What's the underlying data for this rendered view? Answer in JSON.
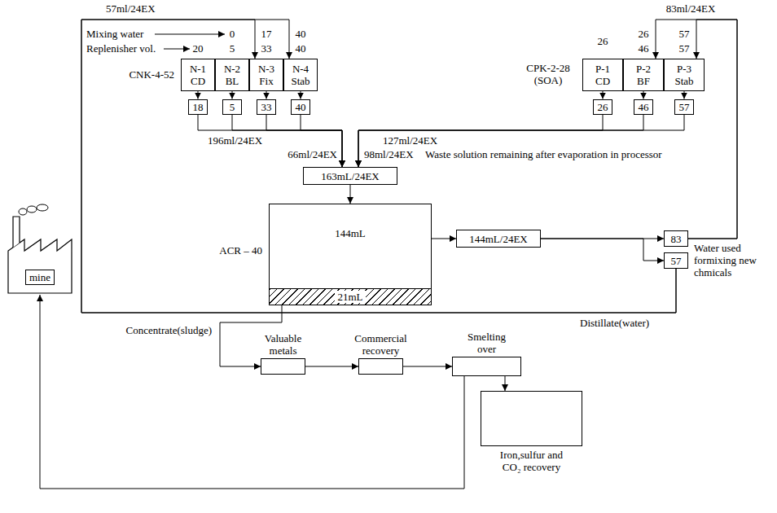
{
  "diagram": {
    "nodes": [
      {
        "text": [
          "N-1",
          "CD"
        ]
      },
      {
        "text": [
          "N-2",
          "BL"
        ]
      },
      {
        "text": [
          "N-3",
          "Fix"
        ]
      },
      {
        "text": [
          "N-4",
          "Stab"
        ]
      },
      {
        "text": [
          "P-1",
          "CD"
        ]
      },
      {
        "text": [
          "P-2",
          "BF"
        ]
      },
      {
        "text": [
          "P-3",
          "Stab"
        ]
      },
      {
        "text": [
          "18"
        ]
      },
      {
        "text": [
          "5"
        ]
      },
      {
        "text": [
          "33"
        ]
      },
      {
        "text": [
          "40"
        ]
      },
      {
        "text": [
          "26"
        ]
      },
      {
        "text": [
          "46"
        ]
      },
      {
        "text": [
          "57"
        ]
      },
      {
        "text": [
          "163mL/24EX"
        ]
      },
      {
        "text": [
          "mine"
        ]
      },
      {
        "text": [
          "144mL"
        ]
      },
      {
        "text": [
          "21mL"
        ],
        "in": 16
      },
      {
        "text": [
          "144mL/24EX"
        ]
      },
      {
        "text": [
          "83"
        ]
      },
      {
        "text": [
          "57"
        ]
      },
      {
        "text": [
          "Valuable metals"
        ]
      },
      {
        "text": [
          "Commercial recovery"
        ]
      },
      {
        "text": [
          "Smelting over"
        ]
      },
      {
        "text": [
          "Iron,sulfur and CO₂ recovery"
        ]
      }
    ],
    "edges": [
      {
        "from": 0,
        "to": 7,
        "arrow": "to"
      },
      {
        "from": 1,
        "to": 8,
        "arrow": "to"
      },
      {
        "from": 2,
        "to": 9,
        "arrow": "to"
      },
      {
        "from": 3,
        "to": 10,
        "arrow": "to"
      },
      {
        "from": 4,
        "to": 11,
        "arrow": "to"
      },
      {
        "from": 5,
        "to": 12,
        "arrow": "to"
      },
      {
        "from": 6,
        "to": 13,
        "arrow": "to"
      },
      {
        "from": 7,
        "to": 14,
        "arrow": "to"
      },
      {
        "from": 8,
        "to": 14,
        "arrow": "to"
      },
      {
        "from": 9,
        "to": 14,
        "arrow": "to"
      },
      {
        "from": 10,
        "to": 14,
        "arrow": "to"
      },
      {
        "from": 11,
        "to": 14,
        "arrow": "to"
      },
      {
        "from": 12,
        "to": 14,
        "arrow": "to"
      },
      {
        "from": 13,
        "to": 14,
        "arrow": "to"
      },
      {
        "from": 14,
        "to": 16,
        "arrow": "to"
      },
      {
        "from": 16,
        "to": 18,
        "arrow": "to"
      },
      {
        "from": 18,
        "to": 19,
        "arrow": "to"
      },
      {
        "from": 18,
        "to": 20,
        "arrow": "to"
      },
      {
        "from": 19,
        "to": 5,
        "arrow": "to"
      },
      {
        "from": 19,
        "to": 6,
        "arrow": "to"
      },
      {
        "from": 20,
        "to": 2,
        "arrow": "to"
      },
      {
        "from": 20,
        "to": 3,
        "arrow": "to"
      },
      {
        "from": 17,
        "to": 21,
        "label": "Concentrate(sludge)",
        "arrow": "to"
      },
      {
        "from": 21,
        "to": 22,
        "arrow": "to"
      },
      {
        "from": 22,
        "to": 23,
        "arrow": "to"
      },
      {
        "from": 23,
        "to": 24,
        "arrow": "to"
      },
      {
        "from": 23,
        "to": 15,
        "arrow": "to"
      }
    ],
    "labels": [
      "57ml/24EX",
      "Mixing water",
      "0",
      "17",
      "40",
      "Replenisher vol.",
      "20",
      "5",
      "33",
      "40",
      "CNK-4-52",
      "196ml/24EX",
      "66ml/24EX",
      "83ml/24EX",
      "26",
      "26",
      "46",
      "57",
      "57",
      "CPK-2-28 (SOA)",
      "127ml/24EX",
      "98ml/24EX",
      "Waste solution remaining after evaporation in processor",
      "ACR – 40",
      "Water used formixing new chmicals",
      "Distillate(water)"
    ]
  }
}
